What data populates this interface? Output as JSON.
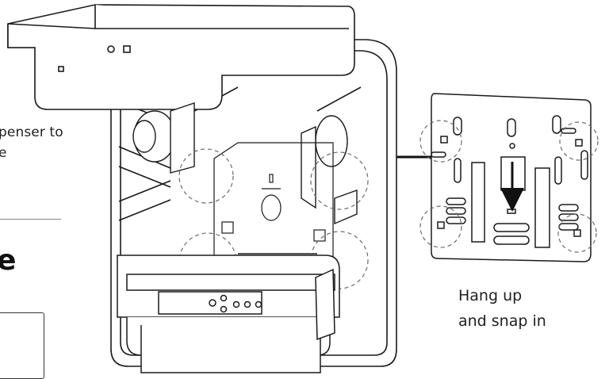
{
  "captions": {
    "left_line_1": "penser to",
    "left_line_2": "e",
    "side_heading": "e",
    "hang_line_1": "Hang up",
    "hang_line_2": "and snap in"
  },
  "colors": {
    "line": "#1a1a1a",
    "dashed": "#6a6a6a",
    "background": "#ffffff",
    "arrow": "#111111"
  },
  "icons": {
    "arrow": "right-arrow-icon",
    "down_arrow": "down-arrow-icon"
  }
}
